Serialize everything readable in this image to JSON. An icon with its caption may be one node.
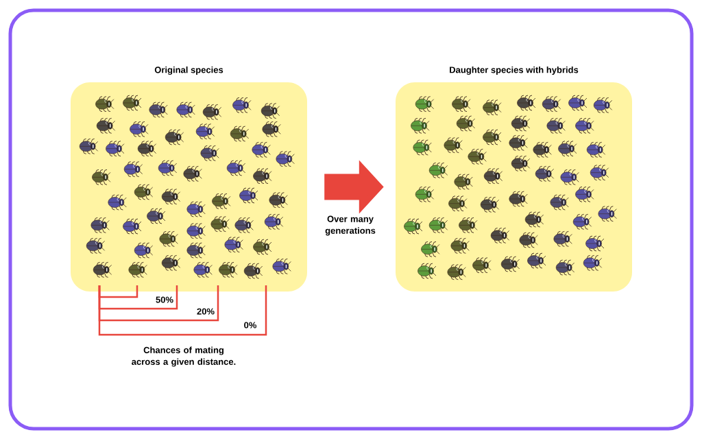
{
  "diagram": {
    "nodes": [
      {
        "text": [
          "Original species"
        ]
      },
      {
        "text": [
          "Daughter species with hybrids"
        ]
      }
    ],
    "edges": [
      {
        "from": 0,
        "to": 1,
        "arrow": "to",
        "label": "Over many generations"
      }
    ],
    "labels": [
      "50%",
      "20%",
      "0%",
      "Chances of mating across a given distance."
    ]
  }
}
